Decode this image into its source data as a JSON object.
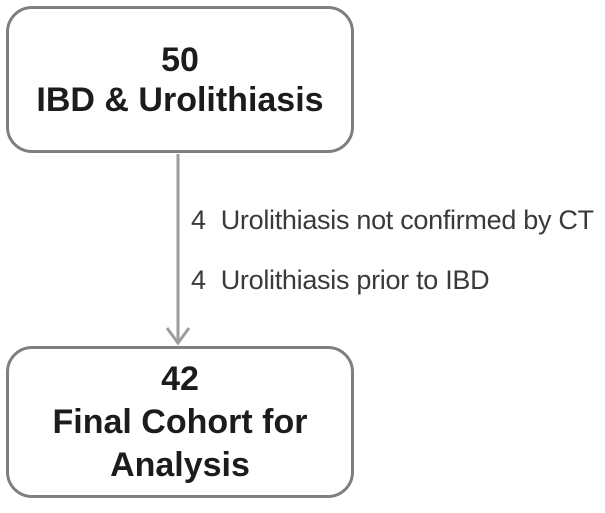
{
  "figure": {
    "type": "flowchart",
    "nodes": {
      "initial": {
        "count": "50",
        "label": "IBD & Urolithiasis"
      },
      "final": {
        "count": "42",
        "label": "Final Cohort for Analysis"
      }
    },
    "exclusions": [
      {
        "count": "4",
        "label": "Urolithiasis not confirmed by CT"
      },
      {
        "count": "4",
        "label": "Urolithiasis prior to IBD"
      }
    ],
    "colors": {
      "background": "#ffffff",
      "box_border": "#7f7f7f",
      "box_text": "#1c1c1c",
      "arrow": "#9d9d9d",
      "annotation_text": "#3a3a3a"
    }
  }
}
